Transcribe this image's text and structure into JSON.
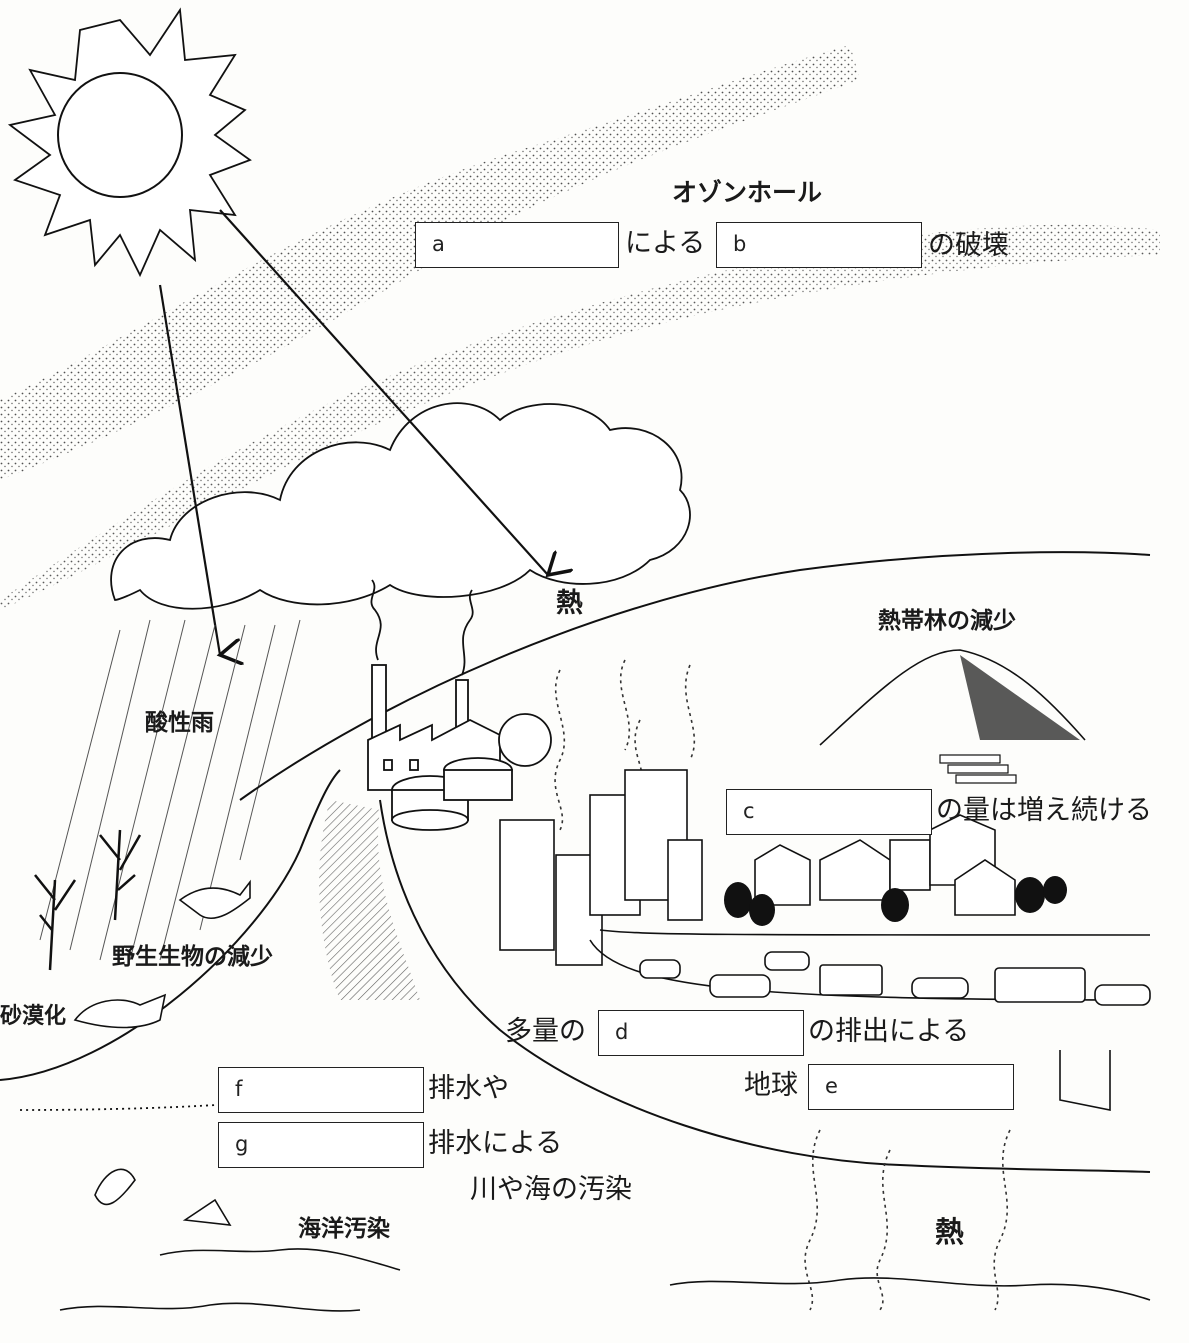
{
  "title": "オゾンホール",
  "answer_boxes": {
    "a": "a",
    "b": "b",
    "c": "c",
    "d": "d",
    "e": "e",
    "f": "f",
    "g": "g"
  },
  "text": {
    "ni_yoru": "による",
    "no_hakai": "の破壊",
    "heat_1": "熱",
    "heat_2": "熱",
    "rainforest": "熱帯林の減少",
    "acid_rain": "酸性雨",
    "amount_increase": "の量は増え続ける",
    "wildlife": "野生生物の減少",
    "desertification": "砂漠化",
    "taryou_no": "多量の",
    "haishutsu": "の排出による",
    "chikyuu": "地球",
    "haisui_ya": "排水や",
    "haisui_niyoru": "排水による",
    "river_sea": "川や海の汚染",
    "ocean": "海洋汚染"
  }
}
